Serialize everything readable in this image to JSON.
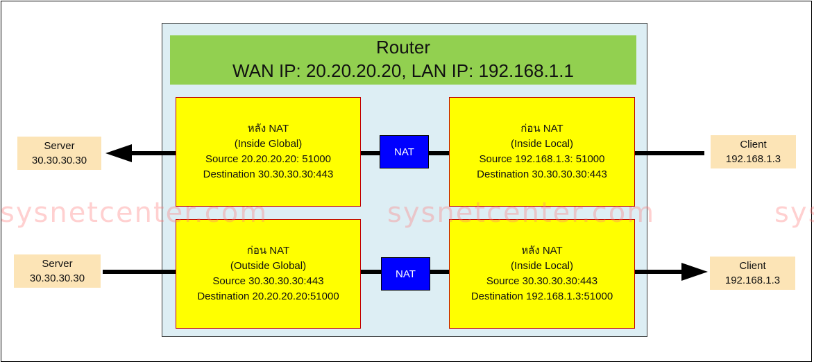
{
  "router": {
    "title": "Router",
    "subtitle": "WAN IP: 20.20.20.20, LAN IP: 192.168.1.1"
  },
  "top_row": {
    "left_box": [
      "หลัง NAT",
      "(Inside Global)",
      "Source 20.20.20.20: 51000",
      "Destination 30.30.30.30:443"
    ],
    "nat_label": "NAT",
    "right_box": [
      "ก่อน NAT",
      "(Inside Local)",
      "Source 192.168.1.3: 51000",
      "Destination 30.30.30.30:443"
    ],
    "server": [
      "Server",
      "30.30.30.30"
    ],
    "client": [
      "Client",
      "192.168.1.3"
    ]
  },
  "bottom_row": {
    "left_box": [
      "ก่อน NAT",
      "(Outside Global)",
      "Source 30.30.30.30:443",
      "Destination 20.20.20.20:51000"
    ],
    "nat_label": "NAT",
    "right_box": [
      "หลัง NAT",
      "(Inside Local)",
      "Source 30.30.30.30:443",
      "Destination 192.168.1.3:51000"
    ],
    "server": [
      "Server",
      "30.30.30.30"
    ],
    "client": [
      "Client",
      "192.168.1.3"
    ]
  },
  "watermark": "sysnetcenter.com",
  "colors": {
    "router_bg": "#ddeef4",
    "header_bg": "#92d050",
    "box_bg": "#ffff00",
    "box_border": "#c00000",
    "nat_bg": "#0000ff",
    "endpoint_bg": "#fce4b6",
    "watermark": "#ff7878"
  }
}
